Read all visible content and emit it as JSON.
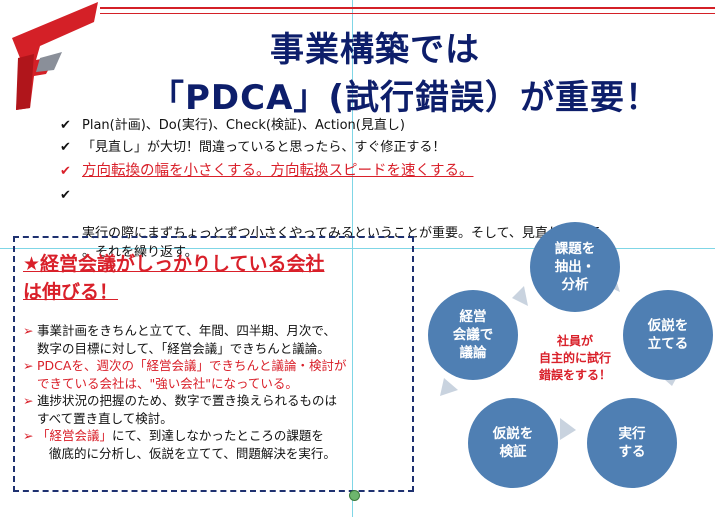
{
  "title": {
    "line1": "事業構築では",
    "line2": "「PDCA」(試行錯誤）が重要！"
  },
  "bullets": [
    {
      "text": "Plan(計画)、Do(実行)、Check(検証)、Action(見直し)",
      "red": false
    },
    {
      "text": "「見直し」が大切！間違っていると思ったら、すぐ修正する！",
      "red": false
    },
    {
      "text": "方向転換の幅を小さくする。方向転換スピードを速くする。",
      "red": true
    },
    {
      "text": "実行の際にまずちょっとずつ小さくやってみるということが重要。そして、見直し・修正\n。それを繰り返す。",
      "red": false
    }
  ],
  "check_glyph": "✔",
  "box": {
    "heading_line1": "★経営会議がしっかりしている会社",
    "heading_line2": "は伸びる！",
    "items": [
      {
        "pre": "事業計画をきちんと立てて、年間、四半期、月次で、",
        "hl": "",
        "post": "",
        "line2": "数字の目標に対して、「経営会議」できちんと議論。",
        "red": false
      },
      {
        "pre": "PDCAを、週次の「経営会議」できちんと議論・検討が",
        "hl": "",
        "post": "",
        "line2": "できている会社は、\"強い会社\"になっている。",
        "red": true
      },
      {
        "pre": "進捗状況の把握のため、数字で置き換えられるものは",
        "hl": "",
        "post": "",
        "line2": "すべて置き直して検討。",
        "red": false
      },
      {
        "pre": "",
        "hl": "「経営会議」",
        "post": "にて、到達しなかったところの課題を",
        "line2": "徹底的に分析し、仮説を立てて、問題解決を実行。",
        "red": false
      }
    ],
    "arrow_glyph": "➢"
  },
  "cycle": {
    "center": "社員が\n自主的に試行\n錯誤をする！",
    "steps": [
      "課題を\n抽出・\n分析",
      "仮説を\n立てる",
      "実行\nする",
      "仮説を\n検証",
      "経営\n会議で\n議論"
    ]
  },
  "colors": {
    "brand_red": "#d9202a",
    "title_navy": "#0d1e6b",
    "circle_blue": "#4f7fb3",
    "arrow_gray": "#c9d3df"
  }
}
